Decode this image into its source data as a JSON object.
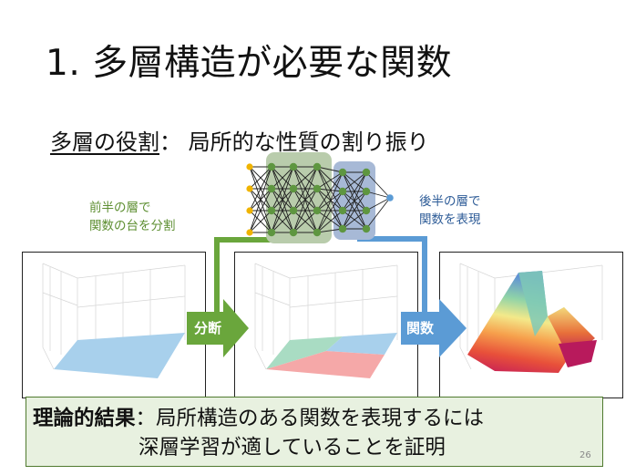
{
  "slide": {
    "title": "1. 多層構造が必要な関数",
    "subtitle_underlined": "多層の役割",
    "subtitle_rest": "： 局所的な性質の割り振り"
  },
  "captions": {
    "left": [
      "前半の層で",
      "関数の台を分割"
    ],
    "right": [
      "後半の層で",
      "関数を表現"
    ]
  },
  "arrows": {
    "divide_label": "分断",
    "function_label": "関数"
  },
  "result": {
    "bold": "理論的結果",
    "line1_rest": "：局所構造のある関数を表現するには",
    "line2": "深層学習が適していることを証明"
  },
  "page_number": "26",
  "colors": {
    "green_arrow": "#6aa63c",
    "blue_arrow": "#5b9bd5",
    "network_green_bg": "#b9ccac",
    "network_blue_bg": "#a7b9d6",
    "input_node": "#f0b400",
    "hidden_node": "#5e9640",
    "output_node": "#5b9bd5",
    "result_bg": "#e8f1e0",
    "result_border": "#4f7a2e"
  }
}
